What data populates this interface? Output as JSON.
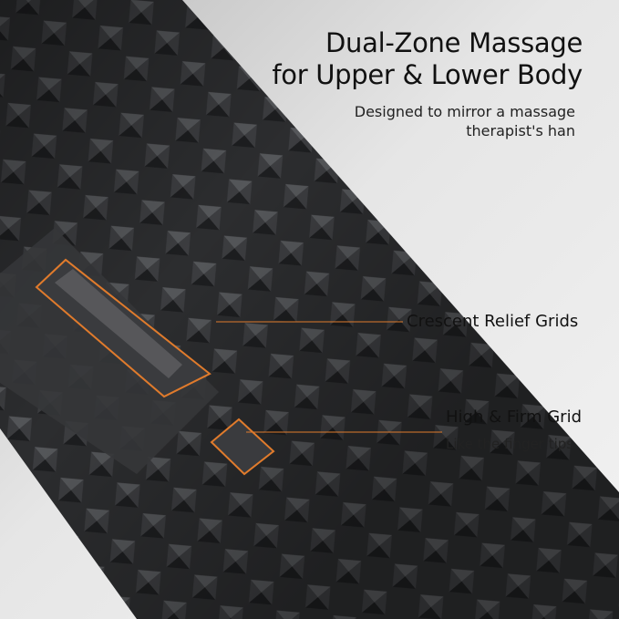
{
  "header": {
    "title_line1": "Dual-Zone Massage",
    "title_line2": "for Upper & Lower Body",
    "subtitle_line1": "Designed to mirror a massage",
    "subtitle_line2": "therapist's han"
  },
  "callouts": [
    {
      "label": "Crescent Relief Grids"
    },
    {
      "label": "High & Firm Grid",
      "description": "Like the finger tips"
    }
  ],
  "colors": {
    "accent": "#e07b2c",
    "roller": "#2e2f31",
    "background": "#e6e6e6"
  }
}
